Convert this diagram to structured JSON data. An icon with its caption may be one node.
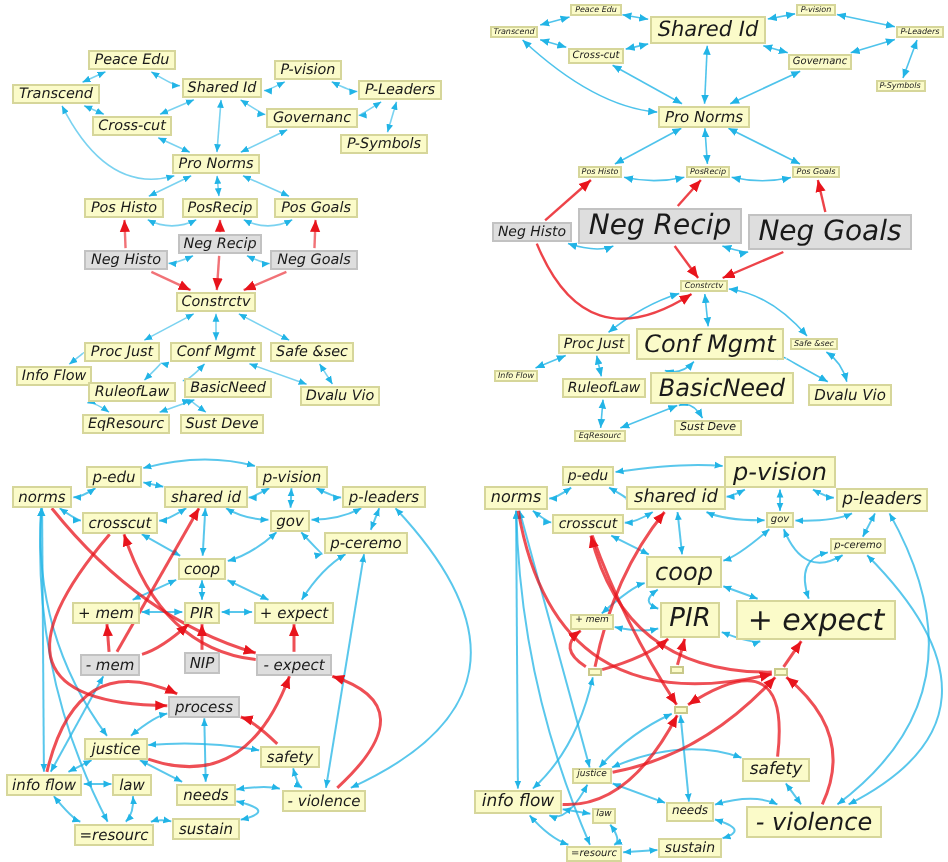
{
  "diagram": {
    "nodes": [
      {
        "text": [
          "Peace Edu"
        ]
      },
      {
        "text": [
          "P-vision"
        ]
      },
      {
        "text": [
          "Transcend"
        ]
      },
      {
        "text": [
          "Shared Id"
        ]
      },
      {
        "text": [
          "P-Leaders"
        ]
      },
      {
        "text": [
          "Cross-cut"
        ]
      },
      {
        "text": [
          "Governanc"
        ]
      },
      {
        "text": [
          "P-Symbols"
        ]
      },
      {
        "text": [
          "Pro Norms"
        ]
      },
      {
        "text": [
          "Pos Histo"
        ]
      },
      {
        "text": [
          "PosRecip"
        ]
      },
      {
        "text": [
          "Pos Goals"
        ]
      },
      {
        "text": [
          "Neg Histo"
        ]
      },
      {
        "text": [
          "Neg Recip"
        ]
      },
      {
        "text": [
          "Neg Goals"
        ]
      },
      {
        "text": [
          "Constrctv"
        ]
      },
      {
        "text": [
          "Proc Just"
        ]
      },
      {
        "text": [
          "Conf Mgmt"
        ]
      },
      {
        "text": [
          "Safe &sec"
        ]
      },
      {
        "text": [
          "Info Flow"
        ]
      },
      {
        "text": [
          "RuleofLaw"
        ]
      },
      {
        "text": [
          "BasicNeed"
        ]
      },
      {
        "text": [
          "Dvalu Vio"
        ]
      },
      {
        "text": [
          "EqResourc"
        ]
      },
      {
        "text": [
          "Sust Deve"
        ]
      },
      {
        "text": [
          "Peace Edu"
        ]
      },
      {
        "text": [
          "P-vision"
        ]
      },
      {
        "text": [
          "Transcend"
        ]
      },
      {
        "text": [
          "Shared Id"
        ]
      },
      {
        "text": [
          "P-Leaders"
        ]
      },
      {
        "text": [
          "Cross-cut"
        ]
      },
      {
        "text": [
          "Governanc"
        ]
      },
      {
        "text": [
          "P-Symbols"
        ]
      },
      {
        "text": [
          "Pro Norms"
        ]
      },
      {
        "text": [
          "Pos Histo"
        ]
      },
      {
        "text": [
          "PosRecip"
        ]
      },
      {
        "text": [
          "Pos Goals"
        ]
      },
      {
        "text": [
          "Neg Histo"
        ]
      },
      {
        "text": [
          "Neg Recip"
        ]
      },
      {
        "text": [
          "Neg Goals"
        ]
      },
      {
        "text": [
          "Constrctv"
        ]
      },
      {
        "text": [
          "Proc Just"
        ]
      },
      {
        "text": [
          "Conf Mgmt"
        ]
      },
      {
        "text": [
          "Safe &sec"
        ]
      },
      {
        "text": [
          "Info Flow"
        ]
      },
      {
        "text": [
          "RuleofLaw"
        ]
      },
      {
        "text": [
          "BasicNeed"
        ]
      },
      {
        "text": [
          "Dvalu Vio"
        ]
      },
      {
        "text": [
          "EqResourc"
        ]
      },
      {
        "text": [
          "Sust Deve"
        ]
      },
      {
        "text": [
          "p-edu"
        ]
      },
      {
        "text": [
          "p-vision"
        ]
      },
      {
        "text": [
          "norms"
        ]
      },
      {
        "text": [
          "shared id"
        ]
      },
      {
        "text": [
          "p-leaders"
        ]
      },
      {
        "text": [
          "crosscut"
        ]
      },
      {
        "text": [
          "gov"
        ]
      },
      {
        "text": [
          "p-ceremo"
        ]
      },
      {
        "text": [
          "coop"
        ]
      },
      {
        "text": [
          "+ mem"
        ]
      },
      {
        "text": [
          "PIR"
        ]
      },
      {
        "text": [
          "+ expect"
        ]
      },
      {
        "text": [
          "- mem"
        ]
      },
      {
        "text": [
          "NIP"
        ]
      },
      {
        "text": [
          "- expect"
        ]
      },
      {
        "text": [
          "process"
        ]
      },
      {
        "text": [
          "justice"
        ]
      },
      {
        "text": [
          "safety"
        ]
      },
      {
        "text": [
          "info flow"
        ]
      },
      {
        "text": [
          "law"
        ]
      },
      {
        "text": [
          "needs"
        ]
      },
      {
        "text": [
          "- violence"
        ]
      },
      {
        "text": [
          "=resourc"
        ]
      },
      {
        "text": [
          "sustain"
        ]
      },
      {
        "text": [
          "p-edu"
        ]
      },
      {
        "text": [
          "p-vision"
        ]
      },
      {
        "text": [
          "norms"
        ]
      },
      {
        "text": [
          "shared id"
        ]
      },
      {
        "text": [
          "p-leaders"
        ]
      },
      {
        "text": [
          "crosscut"
        ]
      },
      {
        "text": [
          "gov"
        ]
      },
      {
        "text": [
          "p-ceremo"
        ]
      },
      {
        "text": [
          "coop"
        ]
      },
      {
        "text": [
          "+ mem"
        ]
      },
      {
        "text": [
          "PIR"
        ]
      },
      {
        "text": [
          "+ expect"
        ]
      },
      {
        "text": [],
        "shape": "box"
      },
      {
        "text": [],
        "shape": "box"
      },
      {
        "text": [],
        "shape": "box"
      },
      {
        "text": [],
        "shape": "box"
      },
      {
        "text": [
          "justice"
        ]
      },
      {
        "text": [
          "safety"
        ]
      },
      {
        "text": [
          "info flow"
        ]
      },
      {
        "text": [
          "law"
        ]
      },
      {
        "text": [
          "needs"
        ]
      },
      {
        "text": [
          "- violence"
        ]
      },
      {
        "text": [
          "=resourc"
        ]
      },
      {
        "text": [
          "sustain"
        ]
      }
    ],
    "edges": [
      {
        "from": 0,
        "to": 2,
        "arrow": "both"
      },
      {
        "from": 0,
        "to": 3,
        "arrow": "both"
      },
      {
        "from": 2,
        "to": 5,
        "arrow": "both"
      },
      {
        "from": 5,
        "to": 3,
        "arrow": "both"
      },
      {
        "from": 3,
        "to": 1,
        "arrow": "both"
      },
      {
        "from": 1,
        "to": 4,
        "arrow": "both"
      },
      {
        "from": 4,
        "to": 7,
        "arrow": "both"
      },
      {
        "from": 6,
        "to": 4,
        "arrow": "both"
      },
      {
        "from": 6,
        "to": 3,
        "arrow": "both"
      },
      {
        "from": 5,
        "to": 8,
        "arrow": "both"
      },
      {
        "from": 3,
        "to": 8,
        "arrow": "both"
      },
      {
        "from": 6,
        "to": 8,
        "arrow": "both"
      },
      {
        "from": 2,
        "to": 8,
        "arrow": "both"
      },
      {
        "from": 8,
        "to": 9,
        "arrow": "both"
      },
      {
        "from": 8,
        "to": 10,
        "arrow": "both"
      },
      {
        "from": 8,
        "to": 11,
        "arrow": "both"
      },
      {
        "from": 9,
        "to": 10,
        "arrow": "both"
      },
      {
        "from": 10,
        "to": 11,
        "arrow": "both"
      },
      {
        "from": 12,
        "to": 13,
        "arrow": "both"
      },
      {
        "from": 13,
        "to": 14,
        "arrow": "both"
      },
      {
        "from": 15,
        "to": 16,
        "arrow": "both"
      },
      {
        "from": 15,
        "to": 17,
        "arrow": "both"
      },
      {
        "from": 15,
        "to": 18,
        "arrow": "both"
      },
      {
        "from": 16,
        "to": 19,
        "arrow": "both"
      },
      {
        "from": 16,
        "to": 20,
        "arrow": "both"
      },
      {
        "from": 17,
        "to": 21,
        "arrow": "both"
      },
      {
        "from": 17,
        "to": 22,
        "arrow": "both"
      },
      {
        "from": 18,
        "to": 22,
        "arrow": "both"
      },
      {
        "from": 21,
        "to": 24,
        "arrow": "both"
      },
      {
        "from": 21,
        "to": 23,
        "arrow": "both"
      },
      {
        "from": 20,
        "to": 23,
        "arrow": "both"
      },
      {
        "from": 12,
        "to": 9,
        "arrow": "to",
        "color": "#e8141c"
      },
      {
        "from": 13,
        "to": 10,
        "arrow": "to",
        "color": "#e8141c"
      },
      {
        "from": 14,
        "to": 11,
        "arrow": "to",
        "color": "#e8141c"
      },
      {
        "from": 12,
        "to": 15,
        "arrow": "to",
        "color": "#e8141c"
      },
      {
        "from": 13,
        "to": 15,
        "arrow": "to",
        "color": "#e8141c"
      },
      {
        "from": 14,
        "to": 15,
        "arrow": "to",
        "color": "#e8141c"
      },
      {
        "from": 25,
        "to": 27,
        "arrow": "both"
      },
      {
        "from": 25,
        "to": 28,
        "arrow": "both"
      },
      {
        "from": 27,
        "to": 30,
        "arrow": "both"
      },
      {
        "from": 30,
        "to": 28,
        "arrow": "both"
      },
      {
        "from": 28,
        "to": 26,
        "arrow": "both"
      },
      {
        "from": 26,
        "to": 29,
        "arrow": "both"
      },
      {
        "from": 29,
        "to": 32,
        "arrow": "both"
      },
      {
        "from": 31,
        "to": 29,
        "arrow": "both"
      },
      {
        "from": 31,
        "to": 28,
        "arrow": "both"
      },
      {
        "from": 30,
        "to": 33,
        "arrow": "both"
      },
      {
        "from": 28,
        "to": 33,
        "arrow": "both"
      },
      {
        "from": 31,
        "to": 33,
        "arrow": "both"
      },
      {
        "from": 27,
        "to": 33,
        "arrow": "both"
      },
      {
        "from": 33,
        "to": 34,
        "arrow": "both"
      },
      {
        "from": 33,
        "to": 35,
        "arrow": "both"
      },
      {
        "from": 33,
        "to": 36,
        "arrow": "both"
      },
      {
        "from": 34,
        "to": 35,
        "arrow": "both"
      },
      {
        "from": 35,
        "to": 36,
        "arrow": "both"
      },
      {
        "from": 37,
        "to": 38,
        "arrow": "both"
      },
      {
        "from": 38,
        "to": 39,
        "arrow": "both"
      },
      {
        "from": 40,
        "to": 41,
        "arrow": "both"
      },
      {
        "from": 40,
        "to": 42,
        "arrow": "both"
      },
      {
        "from": 40,
        "to": 43,
        "arrow": "both"
      },
      {
        "from": 41,
        "to": 44,
        "arrow": "both"
      },
      {
        "from": 41,
        "to": 45,
        "arrow": "both"
      },
      {
        "from": 42,
        "to": 46,
        "arrow": "both"
      },
      {
        "from": 42,
        "to": 47,
        "arrow": "both"
      },
      {
        "from": 43,
        "to": 47,
        "arrow": "both"
      },
      {
        "from": 46,
        "to": 49,
        "arrow": "both"
      },
      {
        "from": 46,
        "to": 48,
        "arrow": "both"
      },
      {
        "from": 45,
        "to": 48,
        "arrow": "both"
      },
      {
        "from": 37,
        "to": 34,
        "arrow": "to",
        "color": "#e8141c"
      },
      {
        "from": 38,
        "to": 35,
        "arrow": "to",
        "color": "#e8141c"
      },
      {
        "from": 39,
        "to": 36,
        "arrow": "to",
        "color": "#e8141c"
      },
      {
        "from": 37,
        "to": 40,
        "arrow": "to",
        "color": "#e8141c"
      },
      {
        "from": 38,
        "to": 40,
        "arrow": "to",
        "color": "#e8141c"
      },
      {
        "from": 39,
        "to": 40,
        "arrow": "to",
        "color": "#e8141c"
      },
      {
        "from": 52,
        "to": 50,
        "arrow": "both"
      },
      {
        "from": 50,
        "to": 53,
        "arrow": "both"
      },
      {
        "from": 53,
        "to": 51,
        "arrow": "both"
      },
      {
        "from": 51,
        "to": 54,
        "arrow": "both"
      },
      {
        "from": 50,
        "to": 51,
        "arrow": "both"
      },
      {
        "from": 52,
        "to": 55,
        "arrow": "both"
      },
      {
        "from": 55,
        "to": 53,
        "arrow": "both"
      },
      {
        "from": 53,
        "to": 56,
        "arrow": "both"
      },
      {
        "from": 56,
        "to": 51,
        "arrow": "both"
      },
      {
        "from": 56,
        "to": 54,
        "arrow": "both"
      },
      {
        "from": 54,
        "to": 57,
        "arrow": "both"
      },
      {
        "from": 56,
        "to": 57,
        "arrow": "both"
      },
      {
        "from": 53,
        "to": 58,
        "arrow": "both"
      },
      {
        "from": 58,
        "to": 60,
        "arrow": "both"
      },
      {
        "from": 58,
        "to": 55,
        "arrow": "both"
      },
      {
        "from": 58,
        "to": 56,
        "arrow": "both"
      },
      {
        "from": 52,
        "to": 68,
        "arrow": "both"
      },
      {
        "from": 52,
        "to": 72,
        "arrow": "both"
      },
      {
        "from": 52,
        "to": 66,
        "arrow": "both"
      },
      {
        "from": 54,
        "to": 71,
        "arrow": "both"
      },
      {
        "from": 57,
        "to": 71,
        "arrow": "both"
      },
      {
        "from": 68,
        "to": 62,
        "arrow": "both"
      },
      {
        "from": 57,
        "to": 61,
        "arrow": "both"
      },
      {
        "from": 68,
        "to": 69,
        "arrow": "both"
      },
      {
        "from": 68,
        "to": 72,
        "arrow": "both"
      },
      {
        "from": 69,
        "to": 72,
        "arrow": "both"
      },
      {
        "from": 72,
        "to": 73,
        "arrow": "both"
      },
      {
        "from": 70,
        "to": 73,
        "arrow": "both"
      },
      {
        "from": 66,
        "to": 70,
        "arrow": "both"
      },
      {
        "from": 67,
        "to": 71,
        "arrow": "both"
      },
      {
        "from": 70,
        "to": 71,
        "arrow": "both"
      },
      {
        "from": 66,
        "to": 67,
        "arrow": "both"
      },
      {
        "from": 68,
        "to": 66,
        "arrow": "both"
      },
      {
        "from": 59,
        "to": 60,
        "arrow": "both"
      },
      {
        "from": 60,
        "to": 61,
        "arrow": "both"
      },
      {
        "from": 58,
        "to": 59,
        "arrow": "both"
      },
      {
        "from": 58,
        "to": 61,
        "arrow": "both"
      },
      {
        "from": 65,
        "to": 70,
        "arrow": "both"
      },
      {
        "from": 65,
        "to": 66,
        "arrow": "both"
      },
      {
        "from": 62,
        "to": 59,
        "arrow": "to",
        "color": "#e8141c"
      },
      {
        "from": 63,
        "to": 60,
        "arrow": "to",
        "color": "#e8141c"
      },
      {
        "from": 64,
        "to": 61,
        "arrow": "to",
        "color": "#e8141c"
      },
      {
        "from": 52,
        "to": 64,
        "arrow": "to",
        "color": "#e8141c"
      },
      {
        "from": 55,
        "to": 65,
        "arrow": "to",
        "color": "#e8141c"
      },
      {
        "from": 68,
        "to": 65,
        "arrow": "to",
        "color": "#e8141c"
      },
      {
        "from": 71,
        "to": 64,
        "arrow": "to",
        "color": "#e8141c"
      },
      {
        "from": 62,
        "to": 53,
        "arrow": "to",
        "color": "#e8141c"
      },
      {
        "from": 64,
        "to": 55,
        "arrow": "to",
        "color": "#e8141c"
      },
      {
        "from": 67,
        "to": 65,
        "arrow": "to",
        "color": "#e8141c"
      },
      {
        "from": 66,
        "to": 64,
        "arrow": "to",
        "color": "#e8141c"
      },
      {
        "from": 62,
        "to": 60,
        "arrow": "to",
        "color": "#e8141c"
      },
      {
        "from": 76,
        "to": 74,
        "arrow": "both"
      },
      {
        "from": 74,
        "to": 77,
        "arrow": "both"
      },
      {
        "from": 77,
        "to": 75,
        "arrow": "both"
      },
      {
        "from": 75,
        "to": 78,
        "arrow": "both"
      },
      {
        "from": 74,
        "to": 75,
        "arrow": "both"
      },
      {
        "from": 76,
        "to": 79,
        "arrow": "both"
      },
      {
        "from": 79,
        "to": 77,
        "arrow": "both"
      },
      {
        "from": 77,
        "to": 80,
        "arrow": "both"
      },
      {
        "from": 80,
        "to": 75,
        "arrow": "both"
      },
      {
        "from": 80,
        "to": 78,
        "arrow": "both"
      },
      {
        "from": 78,
        "to": 81,
        "arrow": "both"
      },
      {
        "from": 80,
        "to": 81,
        "arrow": "both"
      },
      {
        "from": 77,
        "to": 82,
        "arrow": "both"
      },
      {
        "from": 82,
        "to": 84,
        "arrow": "both"
      },
      {
        "from": 82,
        "to": 79,
        "arrow": "both"
      },
      {
        "from": 82,
        "to": 80,
        "arrow": "both"
      },
      {
        "from": 76,
        "to": 92,
        "arrow": "both"
      },
      {
        "from": 76,
        "to": 96,
        "arrow": "both"
      },
      {
        "from": 76,
        "to": 90,
        "arrow": "both"
      },
      {
        "from": 78,
        "to": 95,
        "arrow": "both"
      },
      {
        "from": 81,
        "to": 95,
        "arrow": "both"
      },
      {
        "from": 92,
        "to": 86,
        "arrow": "both"
      },
      {
        "from": 81,
        "to": 85,
        "arrow": "both"
      },
      {
        "from": 92,
        "to": 93,
        "arrow": "both"
      },
      {
        "from": 92,
        "to": 96,
        "arrow": "both"
      },
      {
        "from": 93,
        "to": 96,
        "arrow": "both"
      },
      {
        "from": 96,
        "to": 97,
        "arrow": "both"
      },
      {
        "from": 94,
        "to": 97,
        "arrow": "both"
      },
      {
        "from": 90,
        "to": 94,
        "arrow": "both"
      },
      {
        "from": 91,
        "to": 95,
        "arrow": "both"
      },
      {
        "from": 94,
        "to": 95,
        "arrow": "both"
      },
      {
        "from": 90,
        "to": 91,
        "arrow": "both"
      },
      {
        "from": 92,
        "to": 90,
        "arrow": "both"
      },
      {
        "from": 83,
        "to": 84,
        "arrow": "both"
      },
      {
        "from": 84,
        "to": 85,
        "arrow": "both"
      },
      {
        "from": 82,
        "to": 83,
        "arrow": "both"
      },
      {
        "from": 82,
        "to": 85,
        "arrow": "both"
      },
      {
        "from": 89,
        "to": 94,
        "arrow": "both"
      },
      {
        "from": 89,
        "to": 90,
        "arrow": "both"
      },
      {
        "from": 86,
        "to": 83,
        "arrow": "to",
        "color": "#e8141c"
      },
      {
        "from": 87,
        "to": 84,
        "arrow": "to",
        "color": "#e8141c"
      },
      {
        "from": 88,
        "to": 85,
        "arrow": "to",
        "color": "#e8141c"
      },
      {
        "from": 76,
        "to": 88,
        "arrow": "to",
        "color": "#e8141c"
      },
      {
        "from": 79,
        "to": 89,
        "arrow": "to",
        "color": "#e8141c"
      },
      {
        "from": 92,
        "to": 89,
        "arrow": "to",
        "color": "#e8141c"
      },
      {
        "from": 95,
        "to": 88,
        "arrow": "to",
        "color": "#e8141c"
      },
      {
        "from": 86,
        "to": 77,
        "arrow": "to",
        "color": "#e8141c"
      },
      {
        "from": 88,
        "to": 79,
        "arrow": "to",
        "color": "#e8141c"
      },
      {
        "from": 91,
        "to": 89,
        "arrow": "to",
        "color": "#e8141c"
      },
      {
        "from": 90,
        "to": 88,
        "arrow": "to",
        "color": "#e8141c"
      },
      {
        "from": 86,
        "to": 84,
        "arrow": "to",
        "color": "#e8141c"
      }
    ]
  }
}
